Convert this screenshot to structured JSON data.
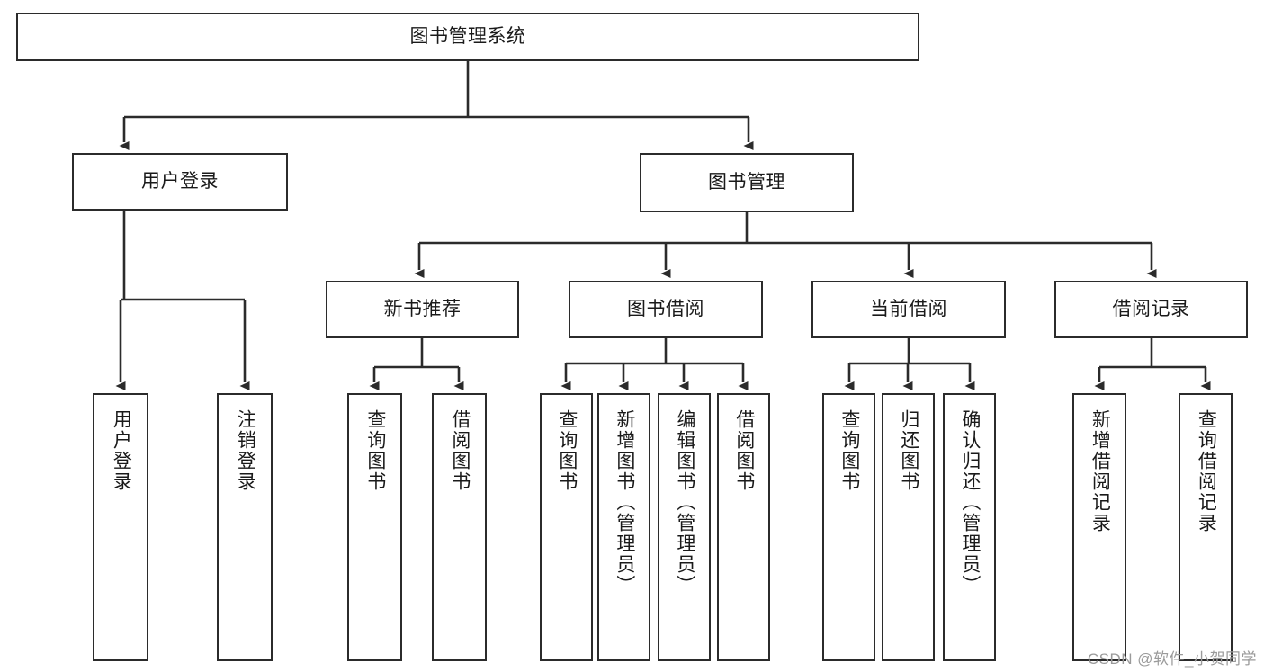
{
  "diagram": {
    "title": "图书管理系统",
    "type": "hierarchy-tree",
    "watermark": "CSDN @软件_小贺同学",
    "colors": {
      "box_border": "#2b2b2b",
      "box_fill": "#ffffff",
      "line": "#2b2b2b",
      "text": "#1a1a1a",
      "watermark": "#9a9a9a"
    },
    "nodes": {
      "root": {
        "label": "图书管理系统"
      },
      "level2": [
        {
          "id": "user-login",
          "label": "用户登录"
        },
        {
          "id": "book-manage",
          "label": "图书管理"
        }
      ],
      "level3": [
        {
          "id": "new-book-recommend",
          "label": "新书推荐"
        },
        {
          "id": "book-borrow",
          "label": "图书借阅"
        },
        {
          "id": "current-borrow",
          "label": "当前借阅"
        },
        {
          "id": "borrow-record",
          "label": "借阅记录"
        }
      ],
      "leaves": {
        "user_login": [
          {
            "id": "leaf-user-login",
            "label": "用户登录"
          },
          {
            "id": "leaf-user-logout",
            "label": "注销登录"
          }
        ],
        "new_book_recommend": [
          {
            "id": "leaf-query-book-1",
            "label": "查询图书"
          },
          {
            "id": "leaf-borrow-book-1",
            "label": "借阅图书"
          }
        ],
        "book_borrow": [
          {
            "id": "leaf-query-book-2",
            "label": "查询图书"
          },
          {
            "id": "leaf-add-book",
            "label": "新增图书（管理员）"
          },
          {
            "id": "leaf-edit-book",
            "label": "编辑图书（管理员）"
          },
          {
            "id": "leaf-borrow-book-2",
            "label": "借阅图书"
          }
        ],
        "current_borrow": [
          {
            "id": "leaf-query-book-3",
            "label": "查询图书"
          },
          {
            "id": "leaf-return-book",
            "label": "归还图书"
          },
          {
            "id": "leaf-confirm-return",
            "label": "确认归还（管理员）"
          }
        ],
        "borrow_record": [
          {
            "id": "leaf-add-record",
            "label": "新增借阅记录"
          },
          {
            "id": "leaf-query-record",
            "label": "查询借阅记录"
          }
        ]
      }
    }
  }
}
